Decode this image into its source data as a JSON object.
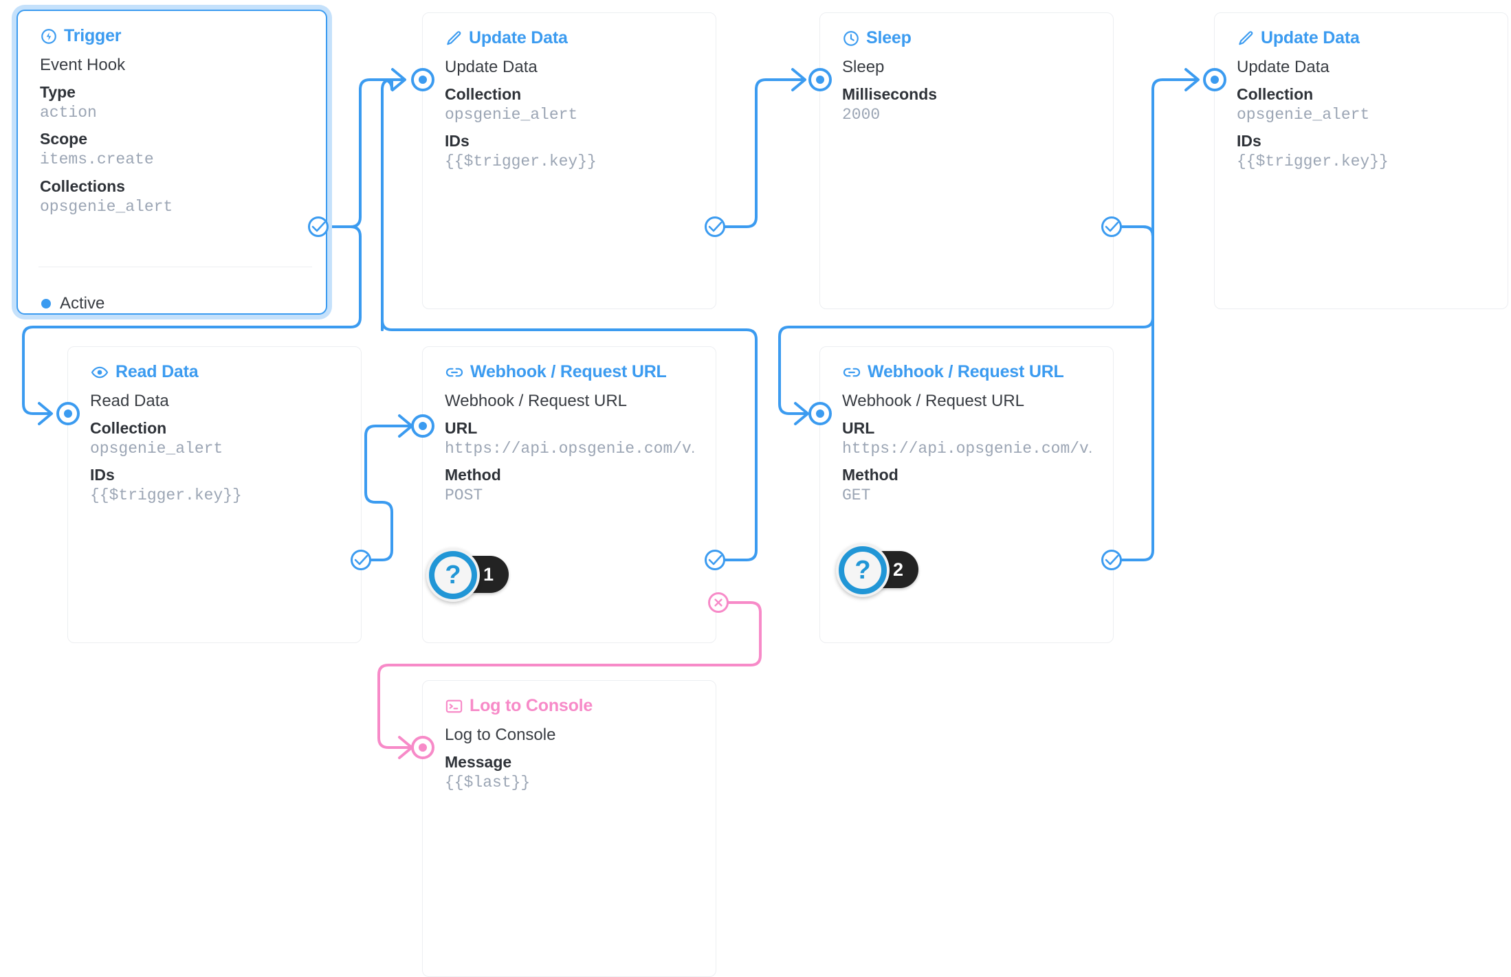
{
  "colors": {
    "accent_blue": "#3b9bf0",
    "accent_pink": "#f78ac8",
    "text_dark": "#383c42",
    "text_muted": "#9ba5b4",
    "card_border": "#eceef1",
    "badge_dark": "#232323",
    "help_blue": "#2196d6"
  },
  "nodes": {
    "trigger": {
      "header": "Trigger",
      "header_icon": "bolt-circle-icon",
      "row_name": "Event Hook",
      "fields": [
        {
          "key": "Type",
          "value": "action"
        },
        {
          "key": "Scope",
          "value": "items.create"
        },
        {
          "key": "Collections",
          "value": "opsgenie_alert"
        }
      ],
      "status": "Active"
    },
    "update_data_1": {
      "header": "Update Data",
      "header_icon": "pencil-icon",
      "row_name": "Update Data",
      "fields": [
        {
          "key": "Collection",
          "value": "opsgenie_alert"
        },
        {
          "key": "IDs",
          "value": "{{$trigger.key}}"
        }
      ]
    },
    "sleep": {
      "header": "Sleep",
      "header_icon": "clock-icon",
      "row_name": "Sleep",
      "fields": [
        {
          "key": "Milliseconds",
          "value": "2000"
        }
      ]
    },
    "update_data_2": {
      "header": "Update Data",
      "header_icon": "pencil-icon",
      "row_name": "Update Data",
      "fields": [
        {
          "key": "Collection",
          "value": "opsgenie_alert"
        },
        {
          "key": "IDs",
          "value": "{{$trigger.key}}"
        }
      ]
    },
    "read_data": {
      "header": "Read Data",
      "header_icon": "eye-icon",
      "row_name": "Read Data",
      "fields": [
        {
          "key": "Collection",
          "value": "opsgenie_alert"
        },
        {
          "key": "IDs",
          "value": "{{$trigger.key}}"
        }
      ]
    },
    "webhook_post": {
      "header": "Webhook / Request URL",
      "header_icon": "link-icon",
      "row_name": "Webhook / Request URL",
      "fields": [
        {
          "key": "URL",
          "value": "https://api.opsgenie.com/v…"
        },
        {
          "key": "Method",
          "value": "POST"
        }
      ]
    },
    "webhook_get": {
      "header": "Webhook / Request URL",
      "header_icon": "link-icon",
      "row_name": "Webhook / Request URL",
      "fields": [
        {
          "key": "URL",
          "value": "https://api.opsgenie.com/v…"
        },
        {
          "key": "Method",
          "value": "GET"
        }
      ]
    },
    "log_to_console": {
      "header": "Log to Console",
      "header_icon": "terminal-icon",
      "row_name": "Log to Console",
      "fields": [
        {
          "key": "Message",
          "value": "{{$last}}"
        }
      ]
    }
  },
  "help_badges": [
    {
      "glyph": "?",
      "count": "1"
    },
    {
      "glyph": "?",
      "count": "2"
    }
  ]
}
